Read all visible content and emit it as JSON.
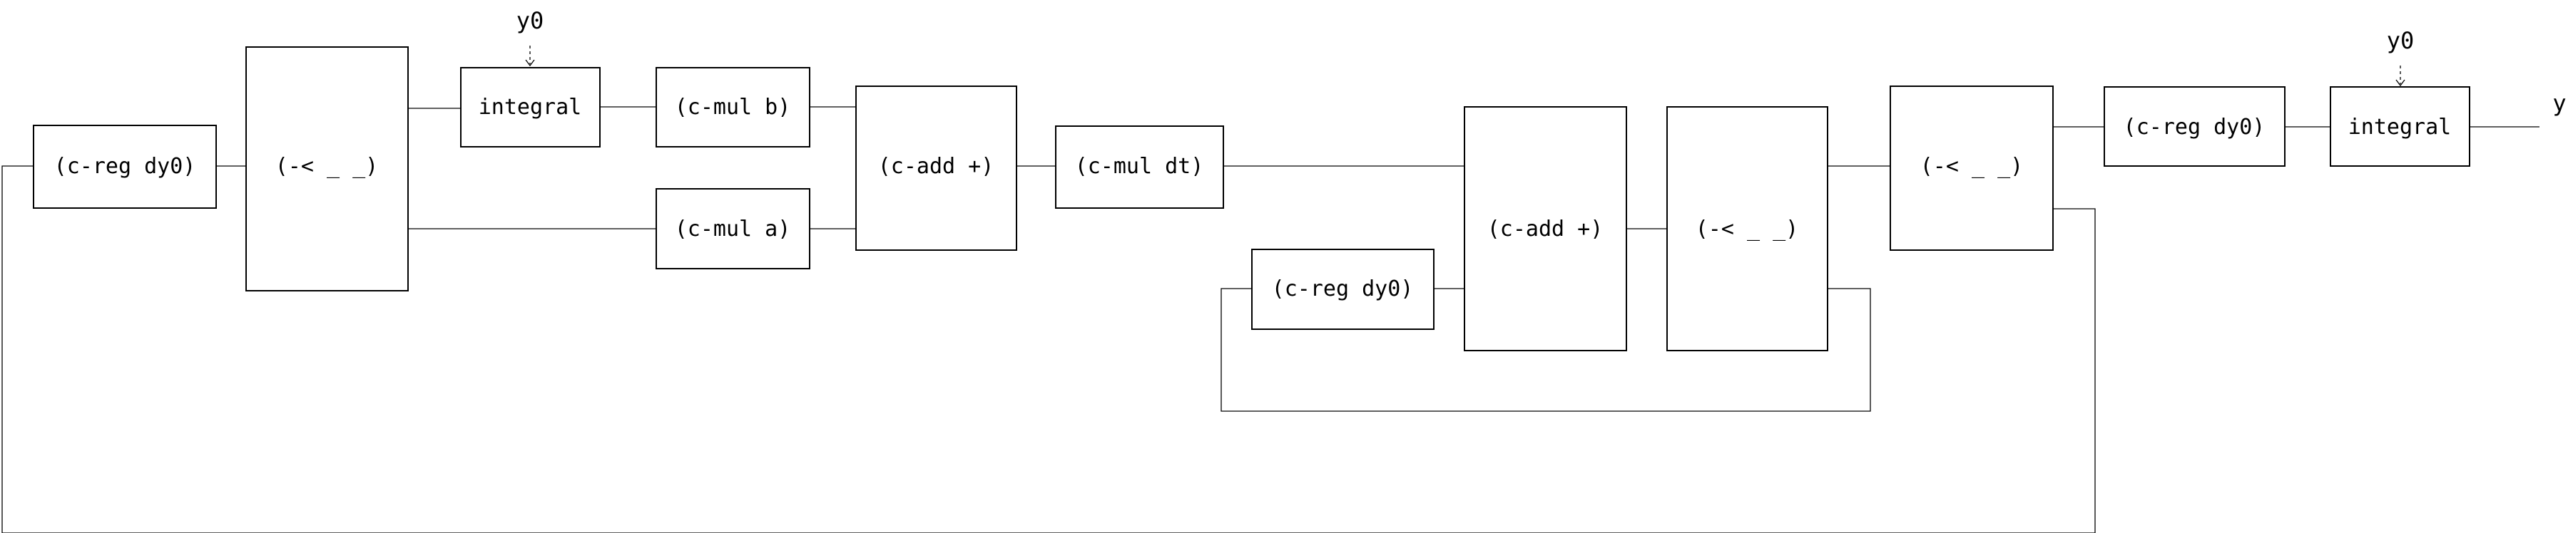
{
  "blocks": {
    "creg_1": "(c-reg dy0)",
    "split_1": "(-< _ _)",
    "integral_1": "integral",
    "cmul_b": "(c-mul b)",
    "cmul_a": "(c-mul a)",
    "cadd_1": "(c-add +)",
    "cmul_dt": "(c-mul dt)",
    "creg_2": "(c-reg dy0)",
    "cadd_2": "(c-add +)",
    "split_2": "(-< _ _)",
    "split_3": "(-< _ _)",
    "creg_3": "(c-reg dy0)",
    "integral_2": "integral"
  },
  "inputs": {
    "integral_1_init": "y0",
    "integral_2_init": "y0"
  },
  "output": {
    "name": "y"
  }
}
